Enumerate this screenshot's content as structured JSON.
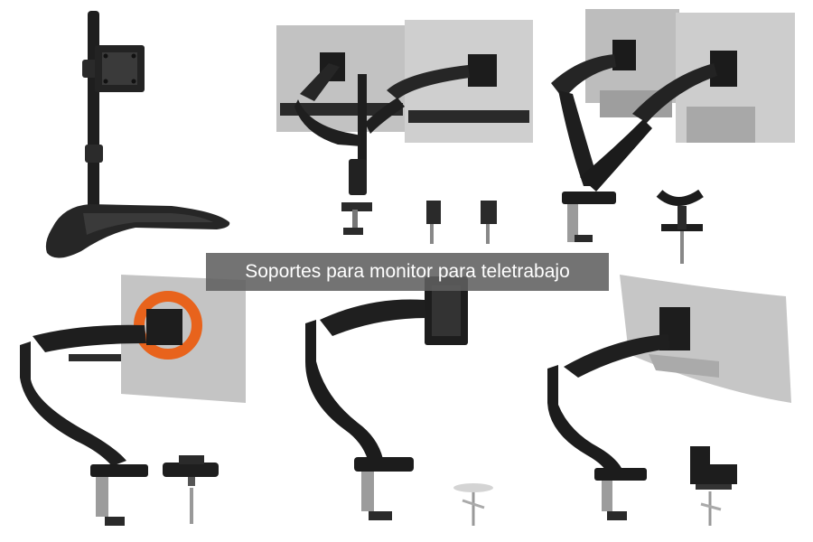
{
  "caption": {
    "text": "Soportes para monitor para teletrabajo"
  },
  "colors": {
    "caption_bar": "#5f5f5f",
    "caption_text": "#ffffff",
    "hardware": "#1f1f1f",
    "monitor_back": "#c8c8c8",
    "ring_accent": "#e8631c"
  },
  "products": [
    {
      "name": "single-freestanding-monitor-stand"
    },
    {
      "name": "dual-monitor-gas-spring-arm-pole-mount"
    },
    {
      "name": "dual-monitor-gas-spring-arm-desk-clamp"
    },
    {
      "name": "single-monitor-gas-spring-arm-orange-ring"
    },
    {
      "name": "single-monitor-gas-spring-arm-vesa"
    },
    {
      "name": "single-monitor-arm-curved-display"
    }
  ]
}
